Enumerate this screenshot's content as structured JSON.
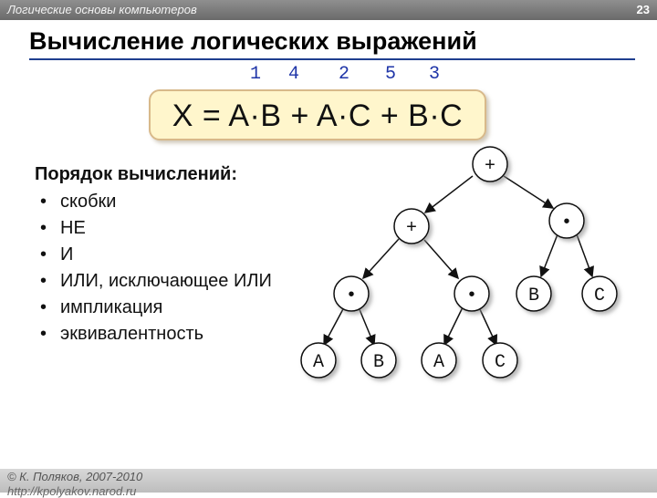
{
  "header": {
    "course": "Логические основы компьютеров",
    "page_number": "23"
  },
  "slide": {
    "title": "Вычисление логических выражений",
    "order_numbers": [
      "1",
      "4",
      "2",
      "5",
      "3"
    ],
    "formula": "X = A·B + A·C + B·C",
    "order_heading": "Порядок вычислений:",
    "operations": [
      "скобки",
      "НЕ",
      "И",
      "ИЛИ, исключающее ИЛИ",
      "импликация",
      "эквивалентность"
    ]
  },
  "tree": {
    "root": "+",
    "plus": "+",
    "and_left": "•",
    "and_mid": "•",
    "and_right": "•",
    "leaf_a1": "A",
    "leaf_b1": "B",
    "leaf_a2": "A",
    "leaf_c1": "C",
    "leaf_b2": "B",
    "leaf_c2": "C"
  },
  "footer": {
    "copyright": "© К. Поляков, 2007-2010",
    "url": "http://kpolyakov.narod.ru"
  },
  "colors": {
    "order_numbers": "#1f35a8",
    "formula_bg": "#fff6cc",
    "title_rule": "#1f3f8f"
  }
}
